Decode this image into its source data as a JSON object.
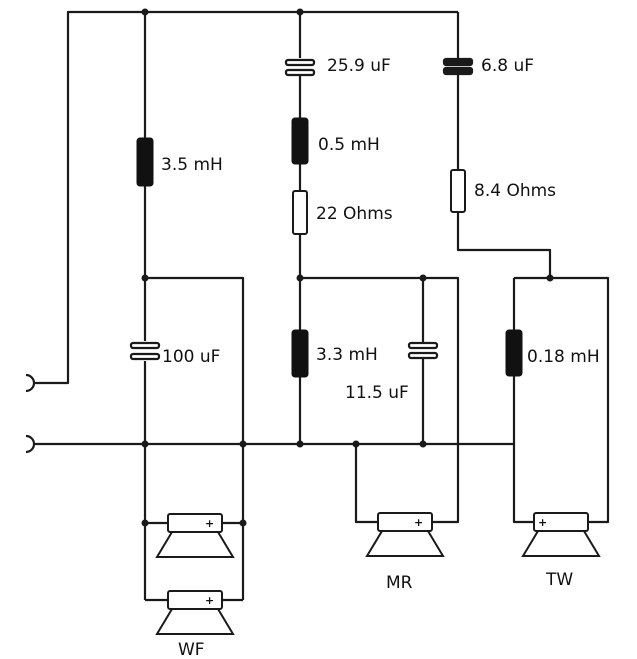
{
  "components": {
    "wf_inductor": "3.5 mH",
    "wf_capacitor": "100 uF",
    "mr_capacitor": "25.9 uF",
    "mr_inductor": "0.5 mH",
    "mr_resistor": "22 Ohms",
    "mr_shunt_inductor": "3.3 mH",
    "mr_shunt_capacitor": "11.5 uF",
    "tw_capacitor": "6.8 uF",
    "tw_resistor": "8.4 Ohms",
    "tw_shunt_inductor": "0.18 mH"
  },
  "drivers": {
    "woofer": "WF",
    "midrange": "MR",
    "tweeter": "TW"
  },
  "terminal_sign": "+"
}
